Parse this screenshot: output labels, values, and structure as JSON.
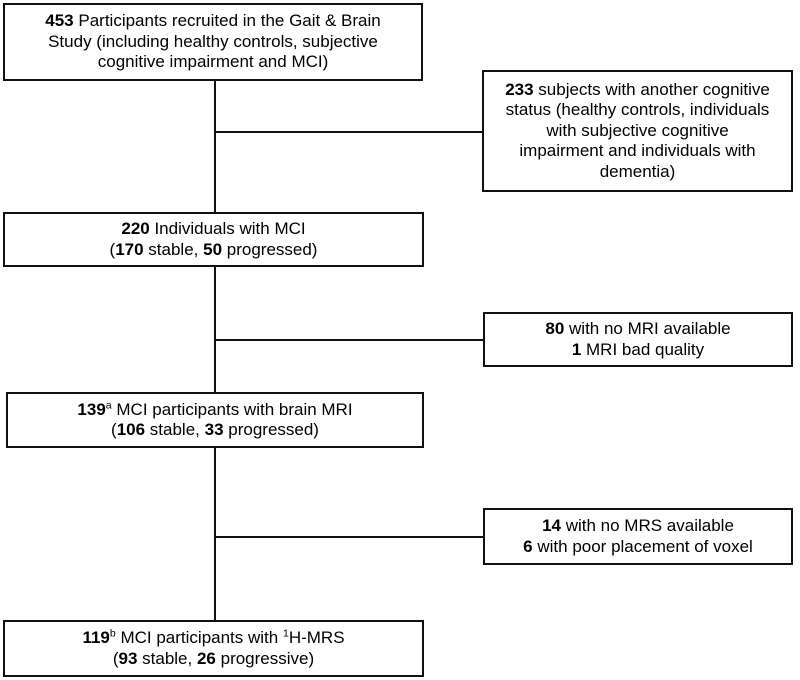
{
  "diagram": {
    "type": "participant-flowchart",
    "colors": {
      "background": "#ffffff",
      "box_border": "#111111",
      "line": "#111111",
      "text": "#000000"
    },
    "boxes": [
      {
        "id": "recruited",
        "lines": [
          [
            {
              "t": "453",
              "b": true
            },
            {
              "t": " Participants recruited in the Gait & Brain"
            }
          ],
          [
            {
              "t": "Study (including healthy controls, subjective"
            }
          ],
          [
            {
              "t": "cognitive impairment and MCI)"
            }
          ]
        ]
      },
      {
        "id": "excluded-cognitive-status",
        "lines": [
          [
            {
              "t": "233",
              "b": true
            },
            {
              "t": " subjects with another cognitive"
            }
          ],
          [
            {
              "t": "status (healthy controls, individuals"
            }
          ],
          [
            {
              "t": "with subjective cognitive"
            }
          ],
          [
            {
              "t": "impairment and individuals with"
            }
          ],
          [
            {
              "t": "dementia)"
            }
          ]
        ]
      },
      {
        "id": "mci-individuals",
        "lines": [
          [
            {
              "t": "220",
              "b": true
            },
            {
              "t": " Individuals with MCI"
            }
          ],
          [
            {
              "t": "("
            },
            {
              "t": "170",
              "b": true
            },
            {
              "t": " stable, "
            },
            {
              "t": "50",
              "b": true
            },
            {
              "t": " progressed)"
            }
          ]
        ]
      },
      {
        "id": "excluded-mri",
        "lines": [
          [
            {
              "t": "80",
              "b": true
            },
            {
              "t": " with no MRI available"
            }
          ],
          [
            {
              "t": "1",
              "b": true
            },
            {
              "t": " MRI bad quality"
            }
          ]
        ]
      },
      {
        "id": "mci-with-brain-mri",
        "lines": [
          [
            {
              "t": "139",
              "b": true
            },
            {
              "t": "a",
              "sup": true
            },
            {
              "t": " MCI participants with brain MRI"
            }
          ],
          [
            {
              "t": "("
            },
            {
              "t": "106",
              "b": true
            },
            {
              "t": " stable, "
            },
            {
              "t": "33",
              "b": true
            },
            {
              "t": " progressed)"
            }
          ]
        ]
      },
      {
        "id": "excluded-mrs",
        "lines": [
          [
            {
              "t": "14",
              "b": true
            },
            {
              "t": " with no MRS available"
            }
          ],
          [
            {
              "t": "6",
              "b": true
            },
            {
              "t": " with poor placement of voxel"
            }
          ]
        ]
      },
      {
        "id": "mci-with-h-mrs",
        "lines": [
          [
            {
              "t": "119",
              "b": true
            },
            {
              "t": "b",
              "sup": true
            },
            {
              "t": " MCI participants with "
            },
            {
              "t": "1",
              "sup": true
            },
            {
              "t": "H-MRS"
            }
          ],
          [
            {
              "t": "("
            },
            {
              "t": "93",
              "b": true
            },
            {
              "t": " stable, "
            },
            {
              "t": "26",
              "b": true
            },
            {
              "t": " progressive)"
            }
          ]
        ]
      }
    ]
  }
}
